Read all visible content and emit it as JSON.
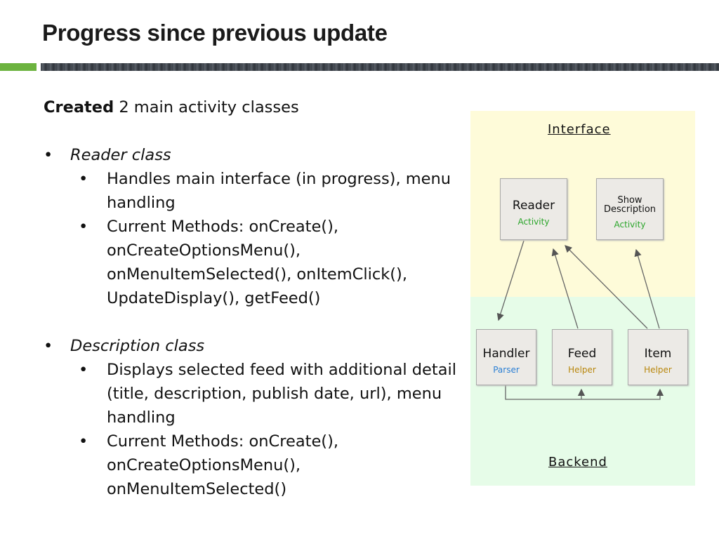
{
  "slide": {
    "title": "Progress since previous update"
  },
  "body": {
    "lead_bold": "Created",
    "lead_rest": " 2 main activity classes",
    "sections": [
      {
        "heading": "Reader class",
        "items": [
          "Handles main interface (in progress), menu handling",
          "Current Methods: onCreate(), onCreateOptionsMenu(), onMenuItemSelected(), onItemClick(), UpdateDisplay(), getFeed()"
        ]
      },
      {
        "heading": "Description class",
        "items": [
          "Displays selected feed with additional detail (title, description, publish date, url), menu handling",
          "Current Methods: onCreate(), onCreateOptionsMenu(), onMenuItemSelected()"
        ]
      }
    ]
  },
  "diagram": {
    "interface_label": "Interface",
    "backend_label": "Backend",
    "boxes": {
      "reader": {
        "name": "Reader",
        "type": "Activity"
      },
      "show_desc": {
        "name_line1": "Show",
        "name_line2": "Description",
        "type": "Activity"
      },
      "handler": {
        "name": "Handler",
        "type": "Parser"
      },
      "feed": {
        "name": "Feed",
        "type": "Helper"
      },
      "item": {
        "name": "Item",
        "type": "Helper"
      }
    },
    "colors": {
      "interface_bg": "#fefbd9",
      "backend_bg": "#e6fce8",
      "activity_text": "#2aa52a",
      "parser_text": "#2a7fd4",
      "helper_text": "#b8860b"
    }
  }
}
